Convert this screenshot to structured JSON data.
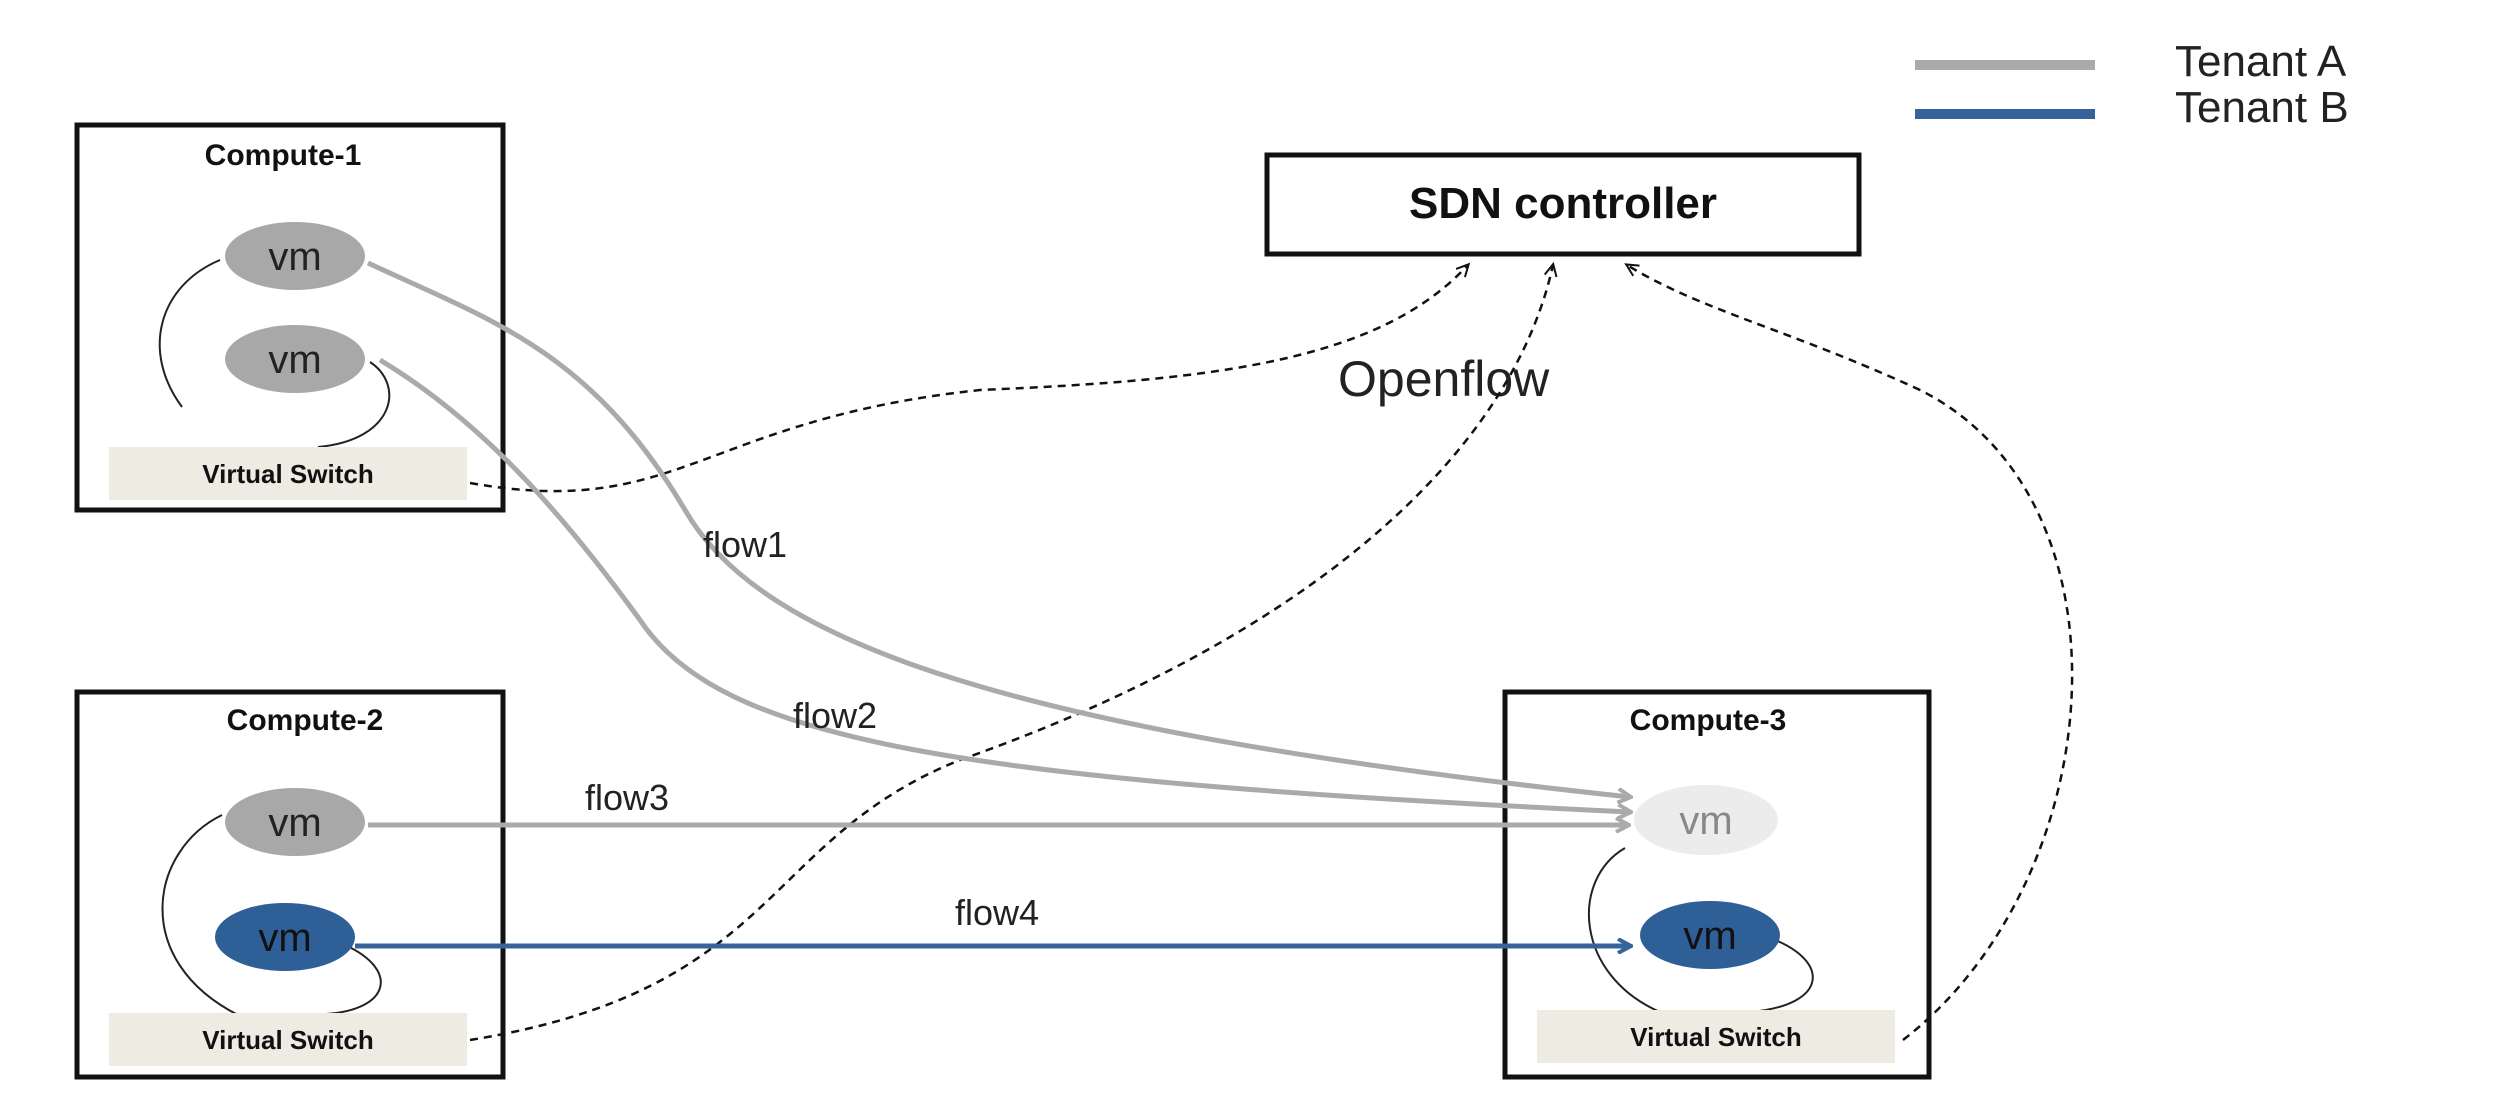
{
  "legend": {
    "items": [
      {
        "label": "Tenant A",
        "color": "#aaaaaa"
      },
      {
        "label": "Tenant B",
        "color": "#35639a"
      }
    ]
  },
  "controller": {
    "label": "SDN controller",
    "protocol_label": "Openflow"
  },
  "nodes": [
    {
      "title": "Compute-1",
      "vms": [
        "vm",
        "vm"
      ],
      "switch": "Virtual Switch"
    },
    {
      "title": "Compute-2",
      "vms": [
        "vm",
        "vm"
      ],
      "switch": "Virtual Switch"
    },
    {
      "title": "Compute-3",
      "vms": [
        "vm",
        "vm"
      ],
      "switch": "Virtual Switch"
    }
  ],
  "flows": [
    {
      "label": "flow1",
      "tenant": "Tenant A"
    },
    {
      "label": "flow2",
      "tenant": "Tenant A"
    },
    {
      "label": "flow3",
      "tenant": "Tenant A"
    },
    {
      "label": "flow4",
      "tenant": "Tenant B"
    }
  ],
  "colors": {
    "tenant_a": "#aaaaaa",
    "tenant_b": "#35639a",
    "vm_gray": "#a8a8a8",
    "vm_blue": "#2f5f97",
    "switch_bg": "#eeebe3",
    "border": "#111111"
  }
}
